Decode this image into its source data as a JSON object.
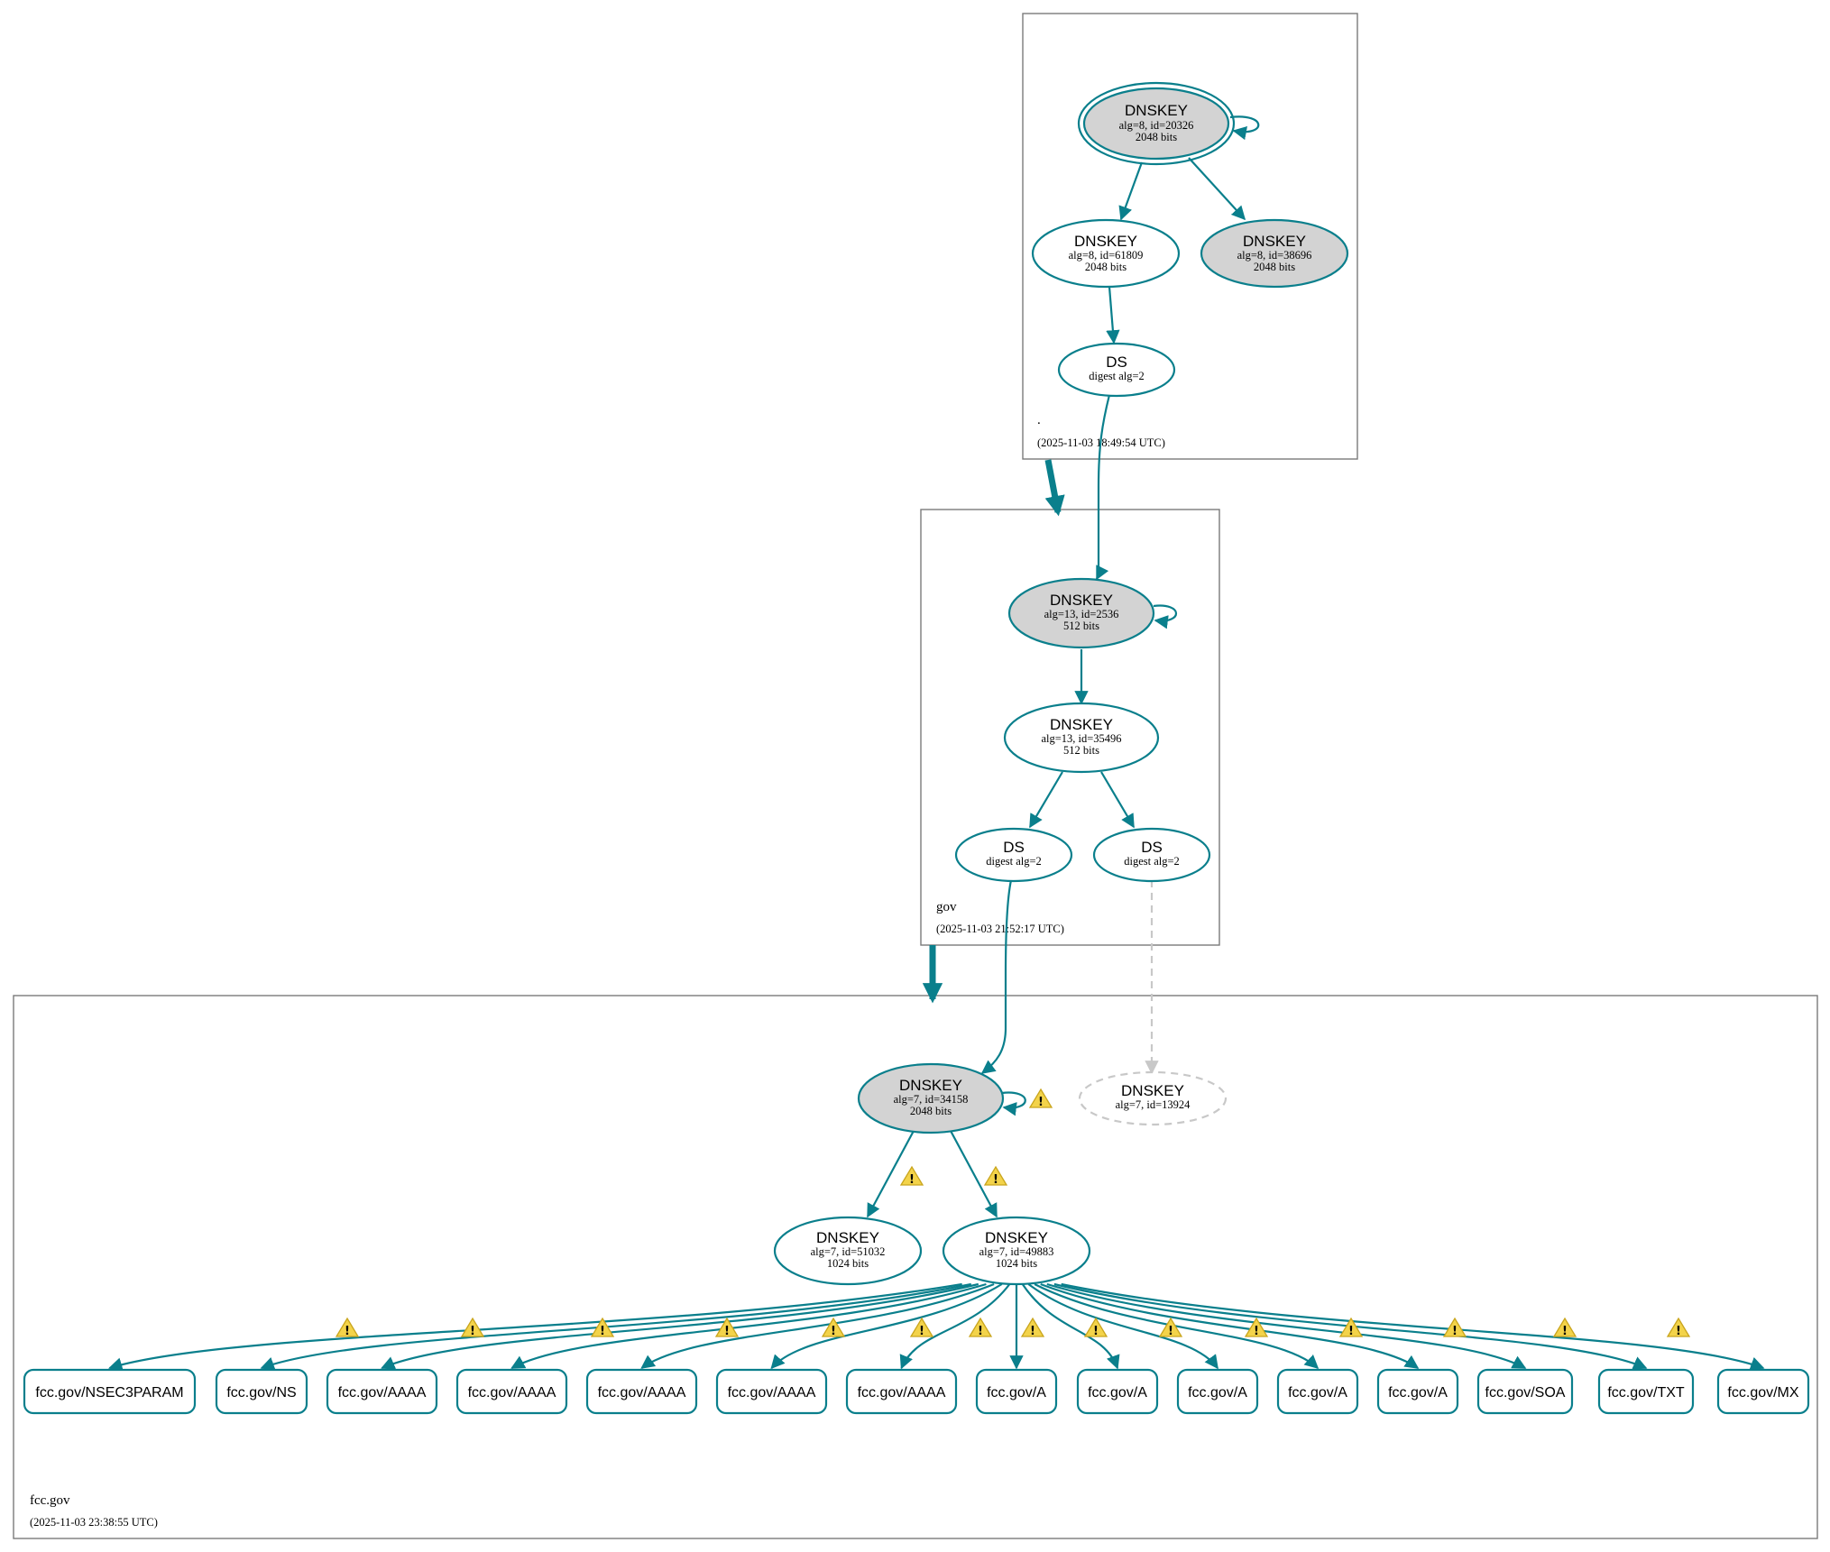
{
  "colors": {
    "edge": "#0a7f8c",
    "ksk_fill": "#d3d3d3",
    "zsk_fill": "#ffffff",
    "ghost": "#c8c8c8",
    "warning": "#f3d34a"
  },
  "zones": {
    "root": {
      "name": ".",
      "timestamp": "(2025-11-03 18:49:54 UTC)"
    },
    "gov": {
      "name": "gov",
      "timestamp": "(2025-11-03 21:52:17 UTC)"
    },
    "fcc": {
      "name": "fcc.gov",
      "timestamp": "(2025-11-03 23:38:55 UTC)"
    }
  },
  "nodes": {
    "root_ksk": {
      "type": "DNSKEY",
      "line1": "alg=8, id=20326",
      "line2": "2048 bits"
    },
    "root_zsk": {
      "type": "DNSKEY",
      "line1": "alg=8, id=61809",
      "line2": "2048 bits"
    },
    "root_k3": {
      "type": "DNSKEY",
      "line1": "alg=8, id=38696",
      "line2": "2048 bits"
    },
    "root_ds": {
      "type": "DS",
      "line1": "digest alg=2"
    },
    "gov_ksk": {
      "type": "DNSKEY",
      "line1": "alg=13, id=2536",
      "line2": "512 bits"
    },
    "gov_zsk": {
      "type": "DNSKEY",
      "line1": "alg=13, id=35496",
      "line2": "512 bits"
    },
    "gov_ds1": {
      "type": "DS",
      "line1": "digest alg=2"
    },
    "gov_ds2": {
      "type": "DS",
      "line1": "digest alg=2"
    },
    "fcc_ksk": {
      "type": "DNSKEY",
      "line1": "alg=7, id=34158",
      "line2": "2048 bits"
    },
    "fcc_ghost": {
      "type": "DNSKEY",
      "line1": "alg=7, id=13924"
    },
    "fcc_k51032": {
      "type": "DNSKEY",
      "line1": "alg=7, id=51032",
      "line2": "1024 bits"
    },
    "fcc_zsk": {
      "type": "DNSKEY",
      "line1": "alg=7, id=49883",
      "line2": "1024 bits"
    }
  },
  "rrsets": [
    "fcc.gov/NSEC3PARAM",
    "fcc.gov/NS",
    "fcc.gov/AAAA",
    "fcc.gov/AAAA",
    "fcc.gov/AAAA",
    "fcc.gov/AAAA",
    "fcc.gov/AAAA",
    "fcc.gov/A",
    "fcc.gov/A",
    "fcc.gov/A",
    "fcc.gov/A",
    "fcc.gov/A",
    "fcc.gov/SOA",
    "fcc.gov/TXT",
    "fcc.gov/MX"
  ]
}
